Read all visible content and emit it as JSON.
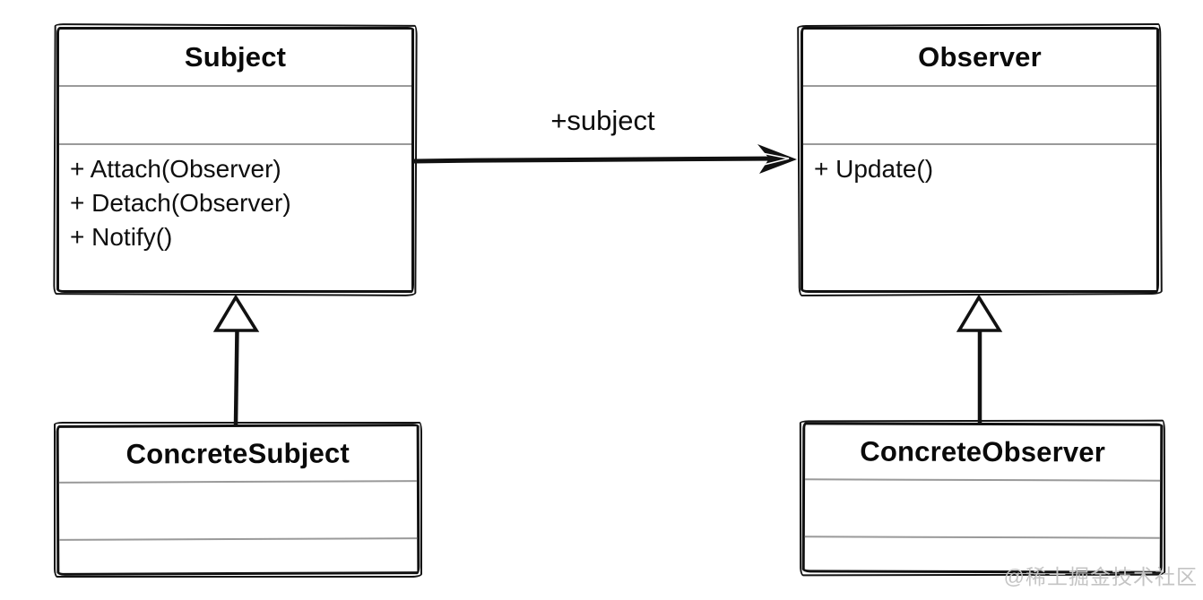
{
  "diagram": {
    "kind": "uml-class-diagram",
    "pattern": "Observer",
    "classes": [
      {
        "id": "subject",
        "name": "Subject",
        "attributes": [],
        "methods": [
          "+ Attach(Observer)",
          "+ Detach(Observer)",
          "+ Notify()"
        ]
      },
      {
        "id": "observer",
        "name": "Observer",
        "attributes": [],
        "methods": [
          "+ Update()"
        ]
      },
      {
        "id": "concrete-subject",
        "name": "ConcreteSubject",
        "attributes": [],
        "methods": []
      },
      {
        "id": "concrete-observer",
        "name": "ConcreteObserver",
        "attributes": [],
        "methods": []
      }
    ],
    "relationships": [
      {
        "type": "association",
        "from": "Subject",
        "to": "Observer",
        "label": "+subject"
      },
      {
        "type": "generalization",
        "from": "ConcreteSubject",
        "to": "Subject",
        "label": ""
      },
      {
        "type": "generalization",
        "from": "ConcreteObserver",
        "to": "Observer",
        "label": ""
      }
    ],
    "watermark": "@稀土掘金技术社区",
    "colors": {
      "stroke": "#111111",
      "divider": "#9a9a9a",
      "background": "#ffffff",
      "watermark": "#c4c4c4"
    }
  }
}
